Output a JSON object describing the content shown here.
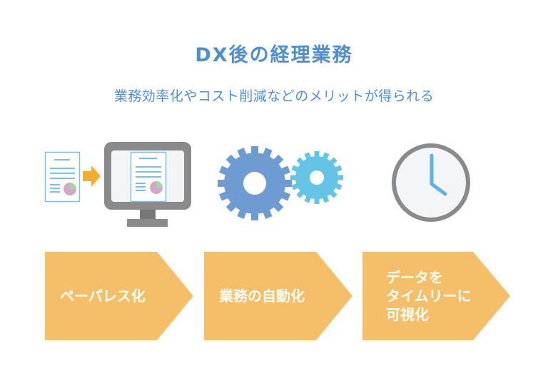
{
  "title": "DX後の経理業務",
  "subtitle": "業務効率化やコスト削減などのメリットが得られる",
  "icons": [
    {
      "name": "paperless-monitor-icon",
      "description": "document with arrow into monitor"
    },
    {
      "name": "gears-icon",
      "description": "two gears"
    },
    {
      "name": "clock-icon",
      "description": "clock"
    }
  ],
  "steps": [
    {
      "label": "ペーパレス化"
    },
    {
      "label": "業務の自動化"
    },
    {
      "label": "データを\nタイムリーに\n可視化"
    }
  ],
  "colors": {
    "title": "#4f8fd0",
    "step_fill": "#f4bf68",
    "gear_large": "#6f9bd3",
    "gear_small": "#65c4e6",
    "doc_line": "#7cc0ea",
    "pie": "#d7a4cc",
    "pie_slice": "#a8d5a6",
    "arrow": "#f5ad2a",
    "monitor": "#8a8a8a",
    "clock_hand": "#5ab4e8"
  }
}
